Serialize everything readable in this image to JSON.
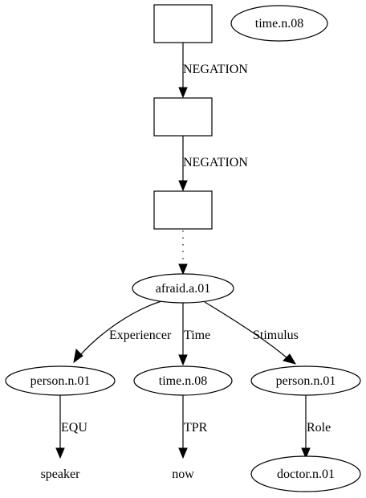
{
  "nodes": {
    "box1": {
      "label": ""
    },
    "box2": {
      "label": ""
    },
    "box3": {
      "label": ""
    },
    "time_top": {
      "label": "time.n.08"
    },
    "afraid": {
      "label": "afraid.a.01"
    },
    "person_left": {
      "label": "person.n.01"
    },
    "time_mid": {
      "label": "time.n.08"
    },
    "person_right": {
      "label": "person.n.01"
    },
    "speaker": {
      "label": "speaker"
    },
    "now": {
      "label": "now"
    },
    "doctor": {
      "label": "doctor.n.01"
    }
  },
  "edges": {
    "neg1": {
      "label": "NEGATION"
    },
    "neg2": {
      "label": "NEGATION"
    },
    "dotted": {
      "label": ""
    },
    "experiencer": {
      "label": "Experiencer"
    },
    "time": {
      "label": "Time"
    },
    "stimulus": {
      "label": "Stimulus"
    },
    "equ": {
      "label": "EQU"
    },
    "tpr": {
      "label": "TPR"
    },
    "role": {
      "label": "Role"
    }
  }
}
